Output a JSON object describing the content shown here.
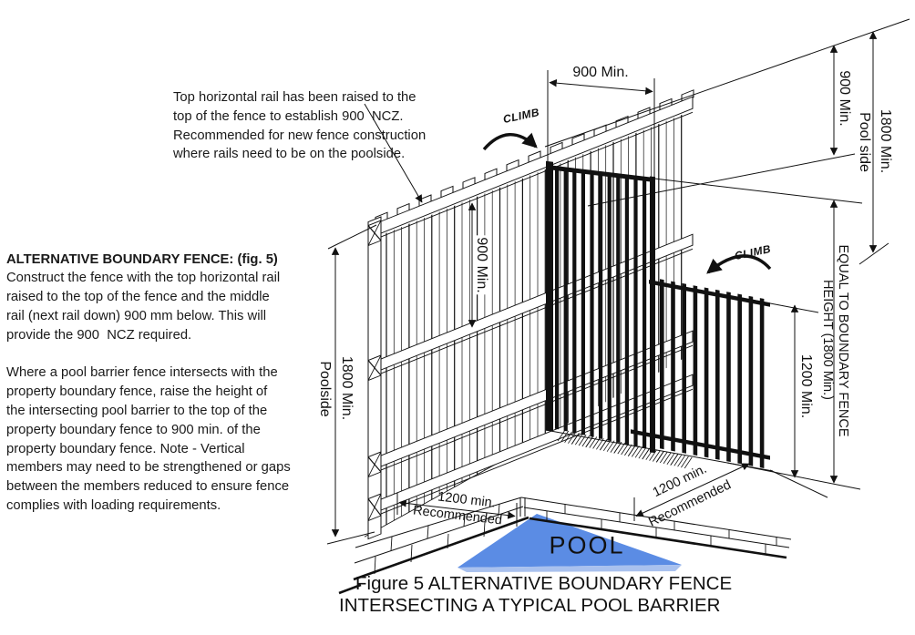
{
  "left_note": {
    "heading": "ALTERNATIVE BOUNDARY FENCE: (fig. 5)",
    "para1": "Construct the fence with the top horizontal rail\nraised to the top of the fence and the middle\nrail (next rail down) 900 mm below. This will\nprovide the 900  NCZ required.",
    "para2": "Where a pool barrier fence intersects with the\nproperty boundary fence, raise the height of\nthe intersecting pool barrier to the top of the\nproperty boundary fence to 900 min. of the\nproperty boundary fence. Note - Vertical\nmembers may need to be strengthened or gaps\nbetween the members reduced to ensure fence\ncomplies with loading requirements."
  },
  "top_note": {
    "text": "Top horizontal rail has been raised to the\ntop of the fence to establish 900  NCZ.\nRecommended for new fence construction\nwhere rails need to be on the poolside."
  },
  "dims": {
    "top_900": "900 Min.",
    "ncz_900": "900 Min.",
    "left_1800": "1800 Min.",
    "left_poolside": "Poolside",
    "right_900": "900 Min.",
    "right_poolside": "Pool side",
    "right_1800": "1800 Min.",
    "equal_line1": "EQUAL TO BOUNDARY FENCE",
    "equal_line2": "HEIGHT (1800 Min.)",
    "barrier_1200": "1200 Min.",
    "rec_left_1": "1200 min.",
    "rec_left_2": "Recommended",
    "rec_right_1": "1200 min.",
    "rec_right_2": "Recommended"
  },
  "climb": {
    "left": "CLIMB",
    "right": "CLIMB"
  },
  "pool": {
    "label": "POOL"
  },
  "caption": {
    "line1": "Figure 5  ALTERNATIVE BOUNDARY FENCE",
    "line2": "INTERSECTING A TYPICAL POOL BARRIER"
  },
  "colors": {
    "line": "#111111",
    "pool_water": "#5b8ce4",
    "pool_water_light": "#a9c1ee"
  }
}
